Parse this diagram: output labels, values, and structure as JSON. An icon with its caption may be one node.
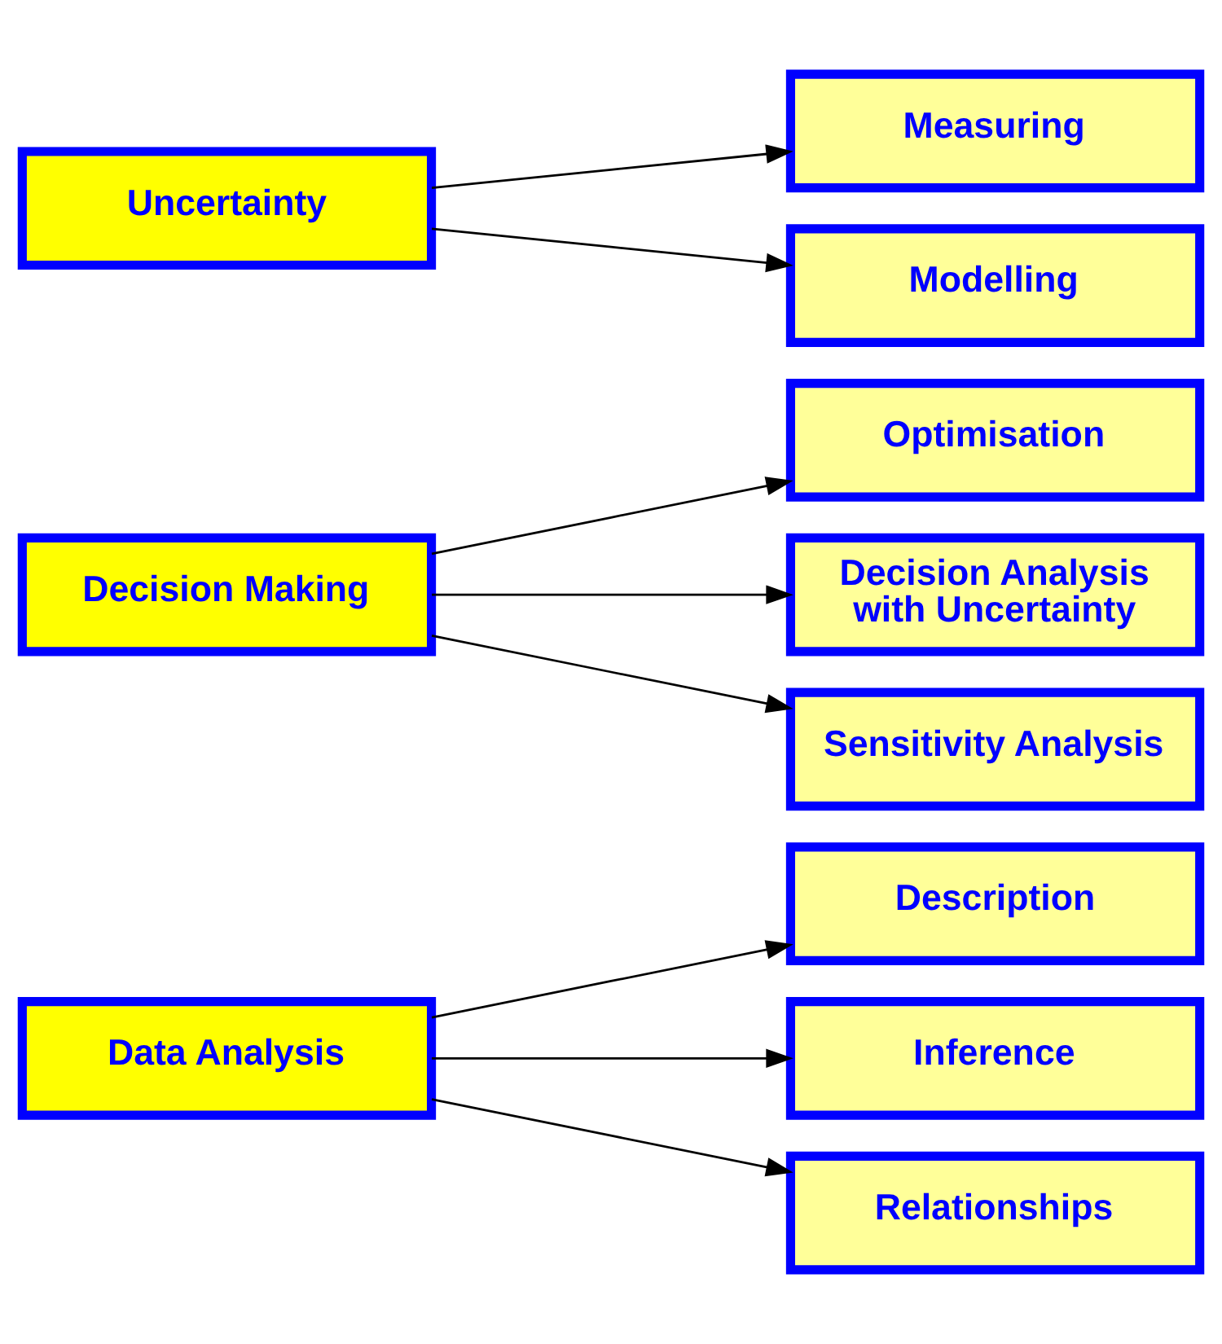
{
  "diagram": {
    "nodes": [
      {
        "text": [
          "Data Analysis"
        ]
      },
      {
        "text": [
          "Description"
        ]
      },
      {
        "text": [
          "Inference"
        ]
      },
      {
        "text": [
          "Relationships"
        ]
      },
      {
        "text": [
          "Decision Making"
        ]
      },
      {
        "text": [
          "Optimisation"
        ]
      },
      {
        "text": [
          "Decision Analysis with Uncertainty"
        ]
      },
      {
        "text": [
          "Sensitivity Analysis"
        ]
      },
      {
        "text": [
          "Uncertainty"
        ]
      },
      {
        "text": [
          "Measuring"
        ]
      },
      {
        "text": [
          "Modelling"
        ]
      }
    ],
    "edges": [
      {
        "from": 0,
        "to": 1,
        "arrow": "to"
      },
      {
        "from": 0,
        "to": 2,
        "arrow": "to"
      },
      {
        "from": 0,
        "to": 3,
        "arrow": "to"
      },
      {
        "from": 4,
        "to": 5,
        "arrow": "to"
      },
      {
        "from": 4,
        "to": 6,
        "arrow": "to"
      },
      {
        "from": 4,
        "to": 7,
        "arrow": "to"
      },
      {
        "from": 8,
        "to": 9,
        "arrow": "to"
      },
      {
        "from": 8,
        "to": 10,
        "arrow": "to"
      }
    ]
  }
}
